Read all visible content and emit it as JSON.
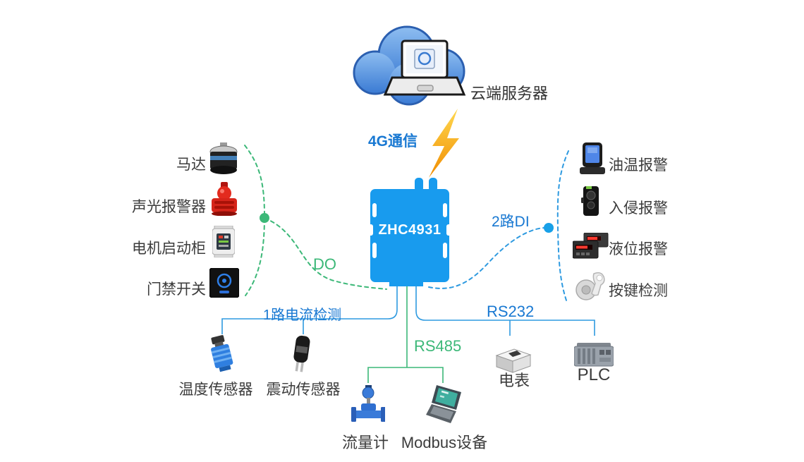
{
  "diagram": {
    "cloud": {
      "label": "云端服务器"
    },
    "device": {
      "model": "ZHC4931"
    },
    "connections": {
      "wan": "4G通信",
      "do": "DO",
      "di": "2路DI",
      "current": "1路电流检测",
      "rs485": "RS485",
      "rs232": "RS232"
    },
    "left_devices": [
      {
        "label": "马达",
        "icon": "motor-icon"
      },
      {
        "label": "声光报警器",
        "icon": "sound-light-alarm-icon"
      },
      {
        "label": "电机启动柜",
        "icon": "motor-starter-cabinet-icon"
      },
      {
        "label": "门禁开关",
        "icon": "access-switch-icon"
      }
    ],
    "right_devices": [
      {
        "label": "油温报警",
        "icon": "oil-temp-alarm-icon"
      },
      {
        "label": "入侵报警",
        "icon": "intrusion-alarm-icon"
      },
      {
        "label": "液位报警",
        "icon": "liquid-level-alarm-icon"
      },
      {
        "label": "按键检测",
        "icon": "key-detection-icon"
      }
    ],
    "current_devices": [
      {
        "label": "温度传感器",
        "icon": "temperature-sensor-icon"
      },
      {
        "label": "震动传感器",
        "icon": "vibration-sensor-icon"
      }
    ],
    "rs485_devices": [
      {
        "label": "流量计",
        "icon": "flow-meter-icon"
      },
      {
        "label": "Modbus设备",
        "icon": "modbus-device-icon"
      }
    ],
    "rs232_devices": [
      {
        "label": "电表",
        "icon": "electric-meter-icon"
      },
      {
        "label": "PLC",
        "icon": "plc-icon"
      }
    ]
  },
  "colors": {
    "device_blue": "#189bee",
    "line_blue": "#2e9ae0",
    "label_blue": "#1878d2",
    "green": "#3cb878",
    "dot_blue": "#18a0e8",
    "text": "#3c3c3c",
    "lightning_top": "#ffd84f",
    "lightning_bottom": "#f08c00",
    "cloud_fill": "#4f8fdd"
  }
}
